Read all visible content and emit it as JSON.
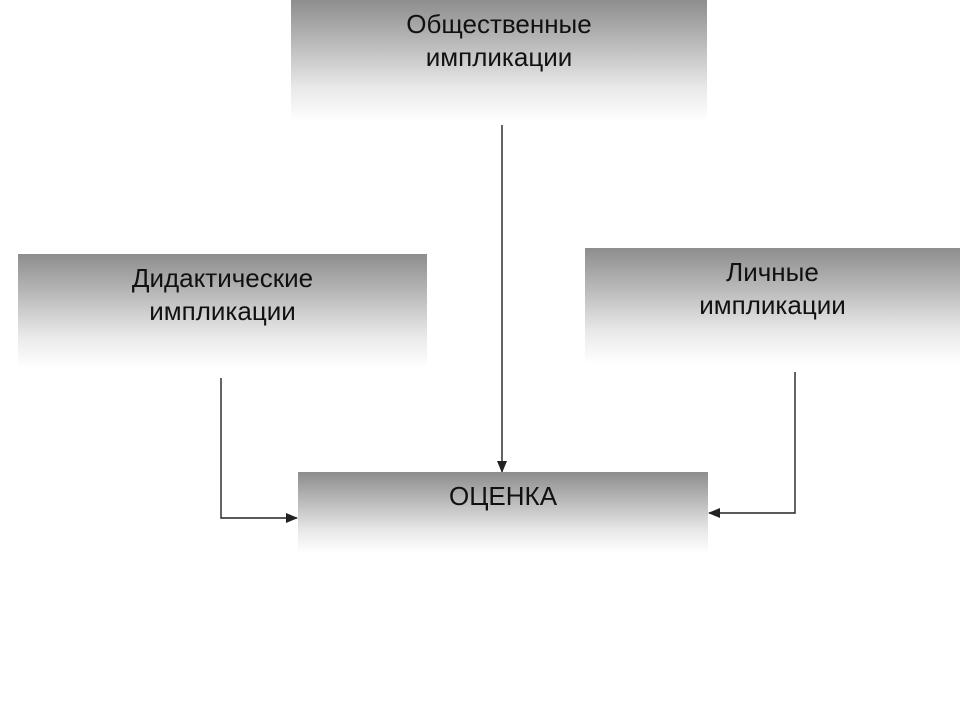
{
  "diagram": {
    "boxes": {
      "social": [
        "Общественные",
        "импликации"
      ],
      "didactic": [
        "Дидактические",
        "импликации"
      ],
      "personal": [
        "Личные",
        "импликации"
      ],
      "evaluation": "ОЦЕНКА"
    },
    "edges": [
      {
        "from": "social",
        "to": "evaluation"
      },
      {
        "from": "didactic",
        "to": "evaluation"
      },
      {
        "from": "personal",
        "to": "evaluation"
      }
    ],
    "colors": {
      "box_gradient_top": "#8d8d8d",
      "box_gradient_bottom": "#ffffff",
      "line": "#222222",
      "text": "#111111"
    }
  }
}
